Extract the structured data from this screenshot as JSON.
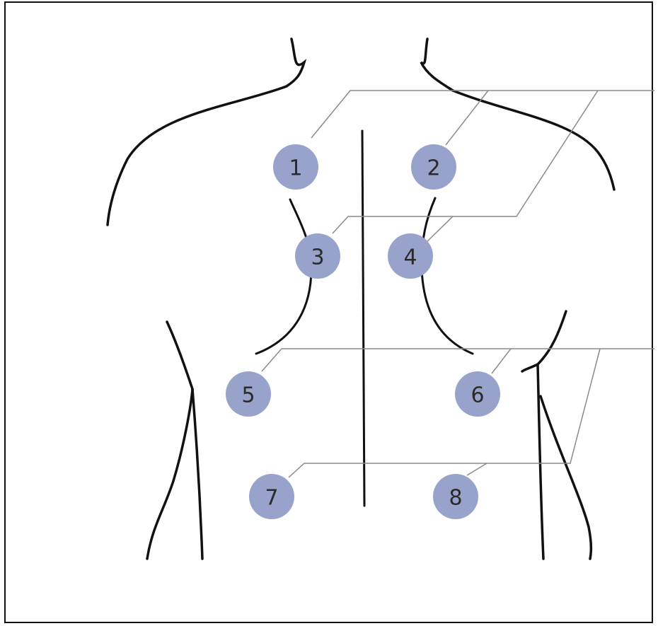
{
  "colors": {
    "outline": "#111111",
    "leader_lines": "#8a8a8a",
    "marker_fill": "#98a3cc",
    "marker_text": "#2a2a2a"
  },
  "markers": [
    {
      "id": 1,
      "label": "1"
    },
    {
      "id": 2,
      "label": "2"
    },
    {
      "id": 3,
      "label": "3"
    },
    {
      "id": 4,
      "label": "4"
    },
    {
      "id": 5,
      "label": "5"
    },
    {
      "id": 6,
      "label": "6"
    },
    {
      "id": 7,
      "label": "7"
    },
    {
      "id": 8,
      "label": "8"
    }
  ]
}
